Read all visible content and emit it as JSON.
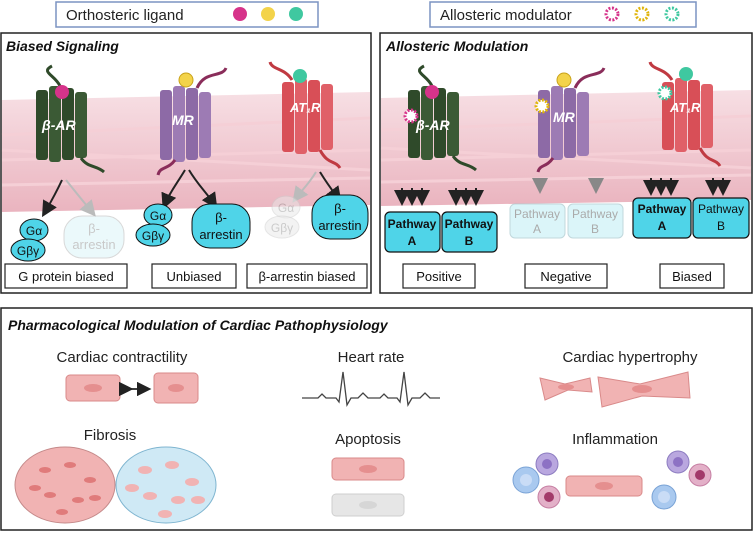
{
  "legend": {
    "orthosteric_label": "Orthosteric ligand",
    "allosteric_label": "Allosteric modulator",
    "colors": {
      "magenta": "#d6338a",
      "yellow": "#f3d34a",
      "teal": "#3fc8a0"
    }
  },
  "biased_panel": {
    "title": "Biased Signaling",
    "receptors": [
      {
        "label": "β-AR",
        "color": "#2f4a2a"
      },
      {
        "label": "MR",
        "color": "#8d6aa6"
      },
      {
        "label": "AT₁R",
        "color": "#d84f57"
      }
    ],
    "protein_labels": {
      "g_alpha": "Gα",
      "g_beta_gamma": "Gβγ",
      "arrestin": "β-arrestin",
      "arrestin_line1": "β-",
      "arrestin_line2": "arrestin"
    },
    "outcomes": [
      "G protein biased",
      "Unbiased",
      "β-arrestin biased"
    ]
  },
  "allosteric_panel": {
    "title": "Allosteric Modulation",
    "receptors": [
      "β-AR",
      "MR",
      "AT₁R"
    ],
    "pathways": [
      {
        "word": "Pathway",
        "letter": "A"
      },
      {
        "word": "Pathway",
        "letter": "B"
      }
    ],
    "outcomes": [
      "Positive",
      "Negative",
      "Biased"
    ]
  },
  "bottom_panel": {
    "title": "Pharmacological Modulation of Cardiac Pathophysiology",
    "items": [
      "Cardiac contractility",
      "Heart rate",
      "Cardiac hypertrophy",
      "Fibrosis",
      "Apoptosis",
      "Inflammation"
    ]
  }
}
